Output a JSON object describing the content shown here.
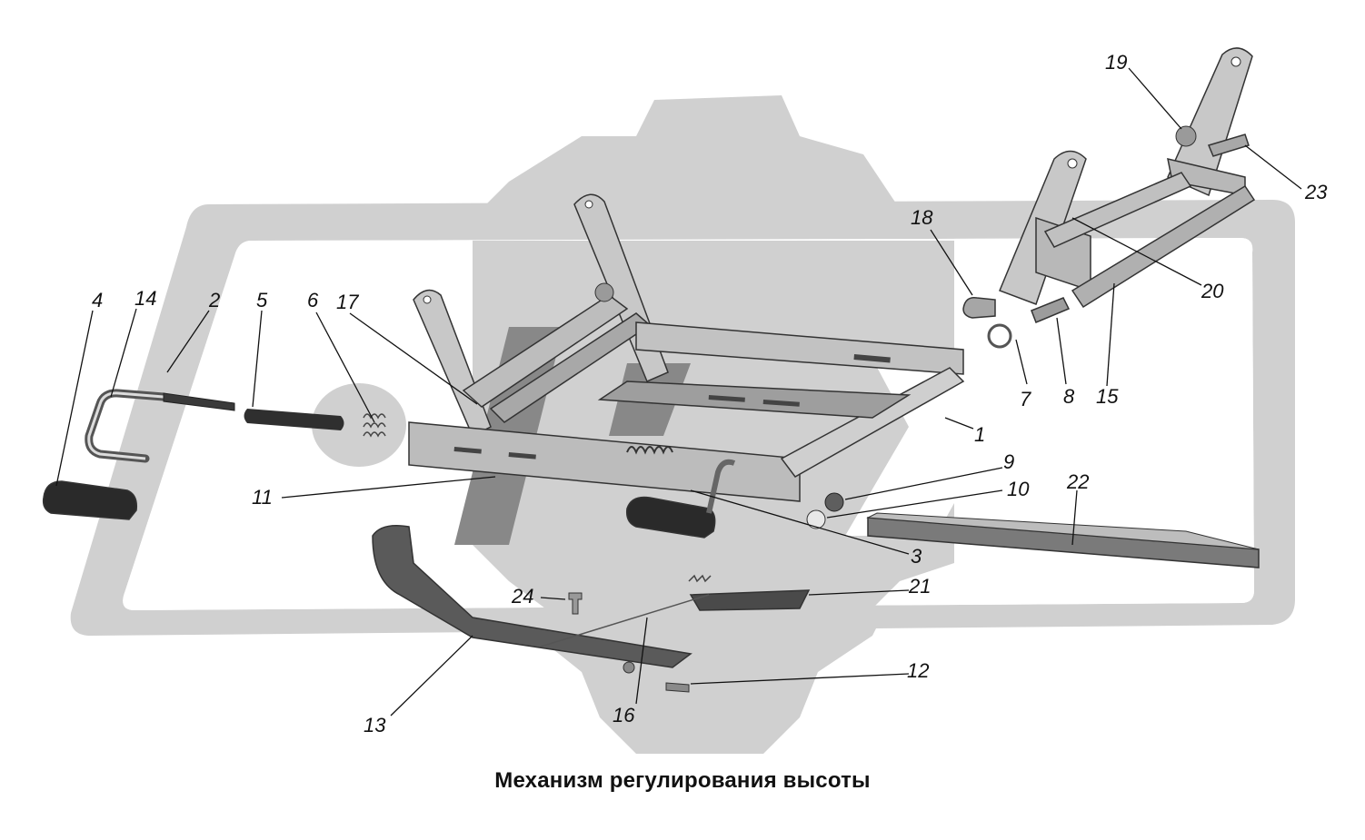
{
  "caption": "Механизм регулирования высоты",
  "colors": {
    "watermark": "#cfcfcf",
    "part_light": "#d8d8d8",
    "part_mid": "#b4b4b4",
    "part_dark": "#6e6e6e",
    "part_black": "#2a2a2a",
    "line": "#111111"
  },
  "callouts": [
    {
      "id": "callout-1",
      "text": "1"
    },
    {
      "id": "callout-2",
      "text": "2"
    },
    {
      "id": "callout-3",
      "text": "3"
    },
    {
      "id": "callout-4",
      "text": "4"
    },
    {
      "id": "callout-5",
      "text": "5"
    },
    {
      "id": "callout-6",
      "text": "6"
    },
    {
      "id": "callout-7",
      "text": "7"
    },
    {
      "id": "callout-8",
      "text": "8"
    },
    {
      "id": "callout-9",
      "text": "9"
    },
    {
      "id": "callout-10",
      "text": "10"
    },
    {
      "id": "callout-11",
      "text": "11"
    },
    {
      "id": "callout-12",
      "text": "12"
    },
    {
      "id": "callout-13",
      "text": "13"
    },
    {
      "id": "callout-14",
      "text": "14"
    },
    {
      "id": "callout-15",
      "text": "15"
    },
    {
      "id": "callout-16",
      "text": "16"
    },
    {
      "id": "callout-17",
      "text": "17"
    },
    {
      "id": "callout-18",
      "text": "18"
    },
    {
      "id": "callout-19",
      "text": "19"
    },
    {
      "id": "callout-20",
      "text": "20"
    },
    {
      "id": "callout-21",
      "text": "21"
    },
    {
      "id": "callout-22",
      "text": "22"
    },
    {
      "id": "callout-23",
      "text": "23"
    },
    {
      "id": "callout-24",
      "text": "24"
    }
  ]
}
